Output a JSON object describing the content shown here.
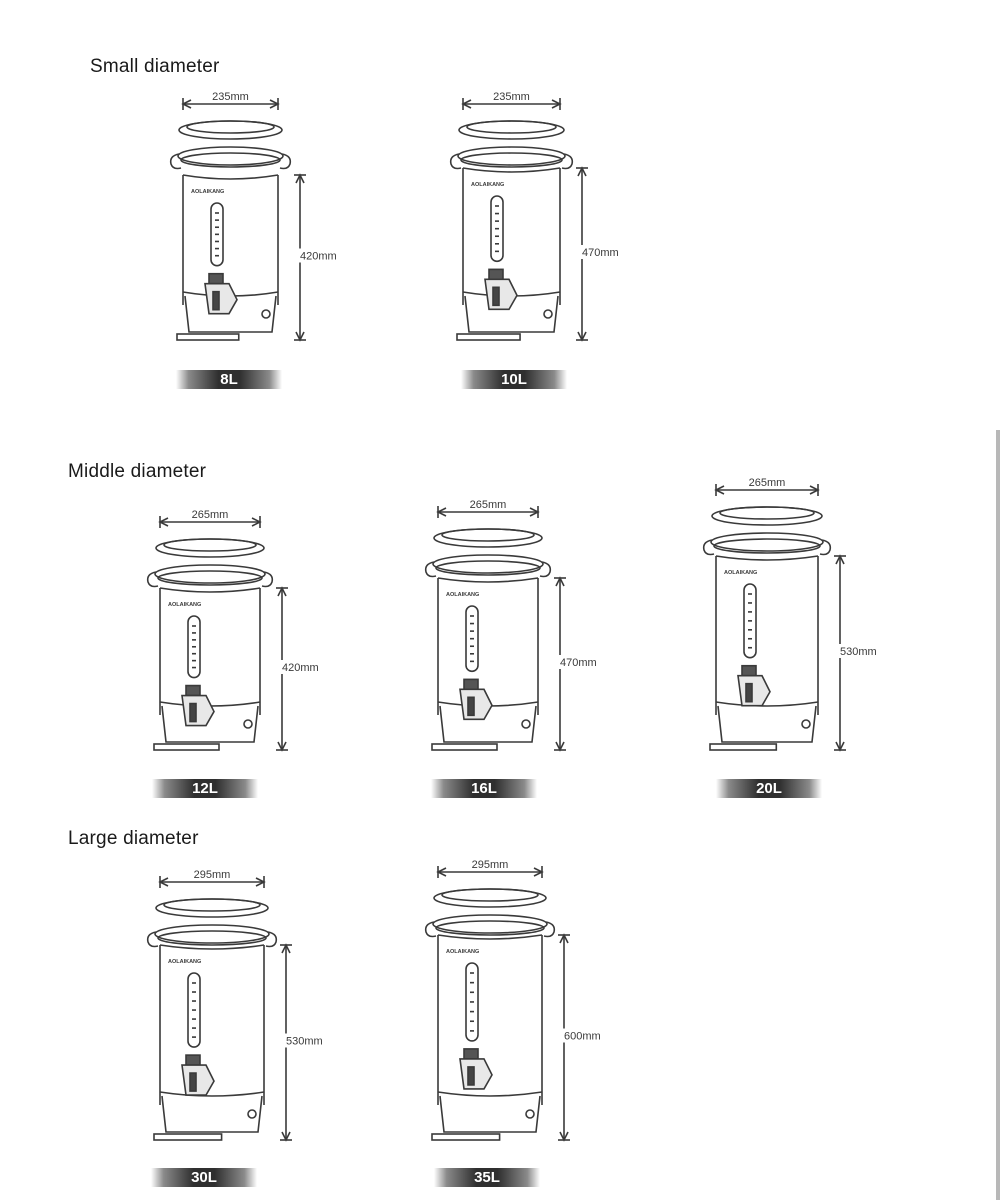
{
  "sections": {
    "small": "Small diameter",
    "middle": "Middle diameter",
    "large": "Large diameter"
  },
  "urns": [
    {
      "id": "8L",
      "capacity": "8L",
      "diameter": "235mm",
      "height": "420mm",
      "brand": "AOLAIKANG"
    },
    {
      "id": "10L",
      "capacity": "10L",
      "diameter": "235mm",
      "height": "470mm",
      "brand": "AOLAIKANG"
    },
    {
      "id": "12L",
      "capacity": "12L",
      "diameter": "265mm",
      "height": "420mm",
      "brand": "AOLAIKANG"
    },
    {
      "id": "16L",
      "capacity": "16L",
      "diameter": "265mm",
      "height": "470mm",
      "brand": "AOLAIKANG"
    },
    {
      "id": "20L",
      "capacity": "20L",
      "diameter": "265mm",
      "height": "530mm",
      "brand": "AOLAIKANG"
    },
    {
      "id": "30L",
      "capacity": "30L",
      "diameter": "295mm",
      "height": "530mm",
      "brand": "AOLAIKANG"
    },
    {
      "id": "35L",
      "capacity": "35L",
      "diameter": "295mm",
      "height": "600mm",
      "brand": "AOLAIKANG"
    }
  ],
  "colors": {
    "line": "#3a3a3a",
    "cap_bar": "#2f2f2f"
  }
}
